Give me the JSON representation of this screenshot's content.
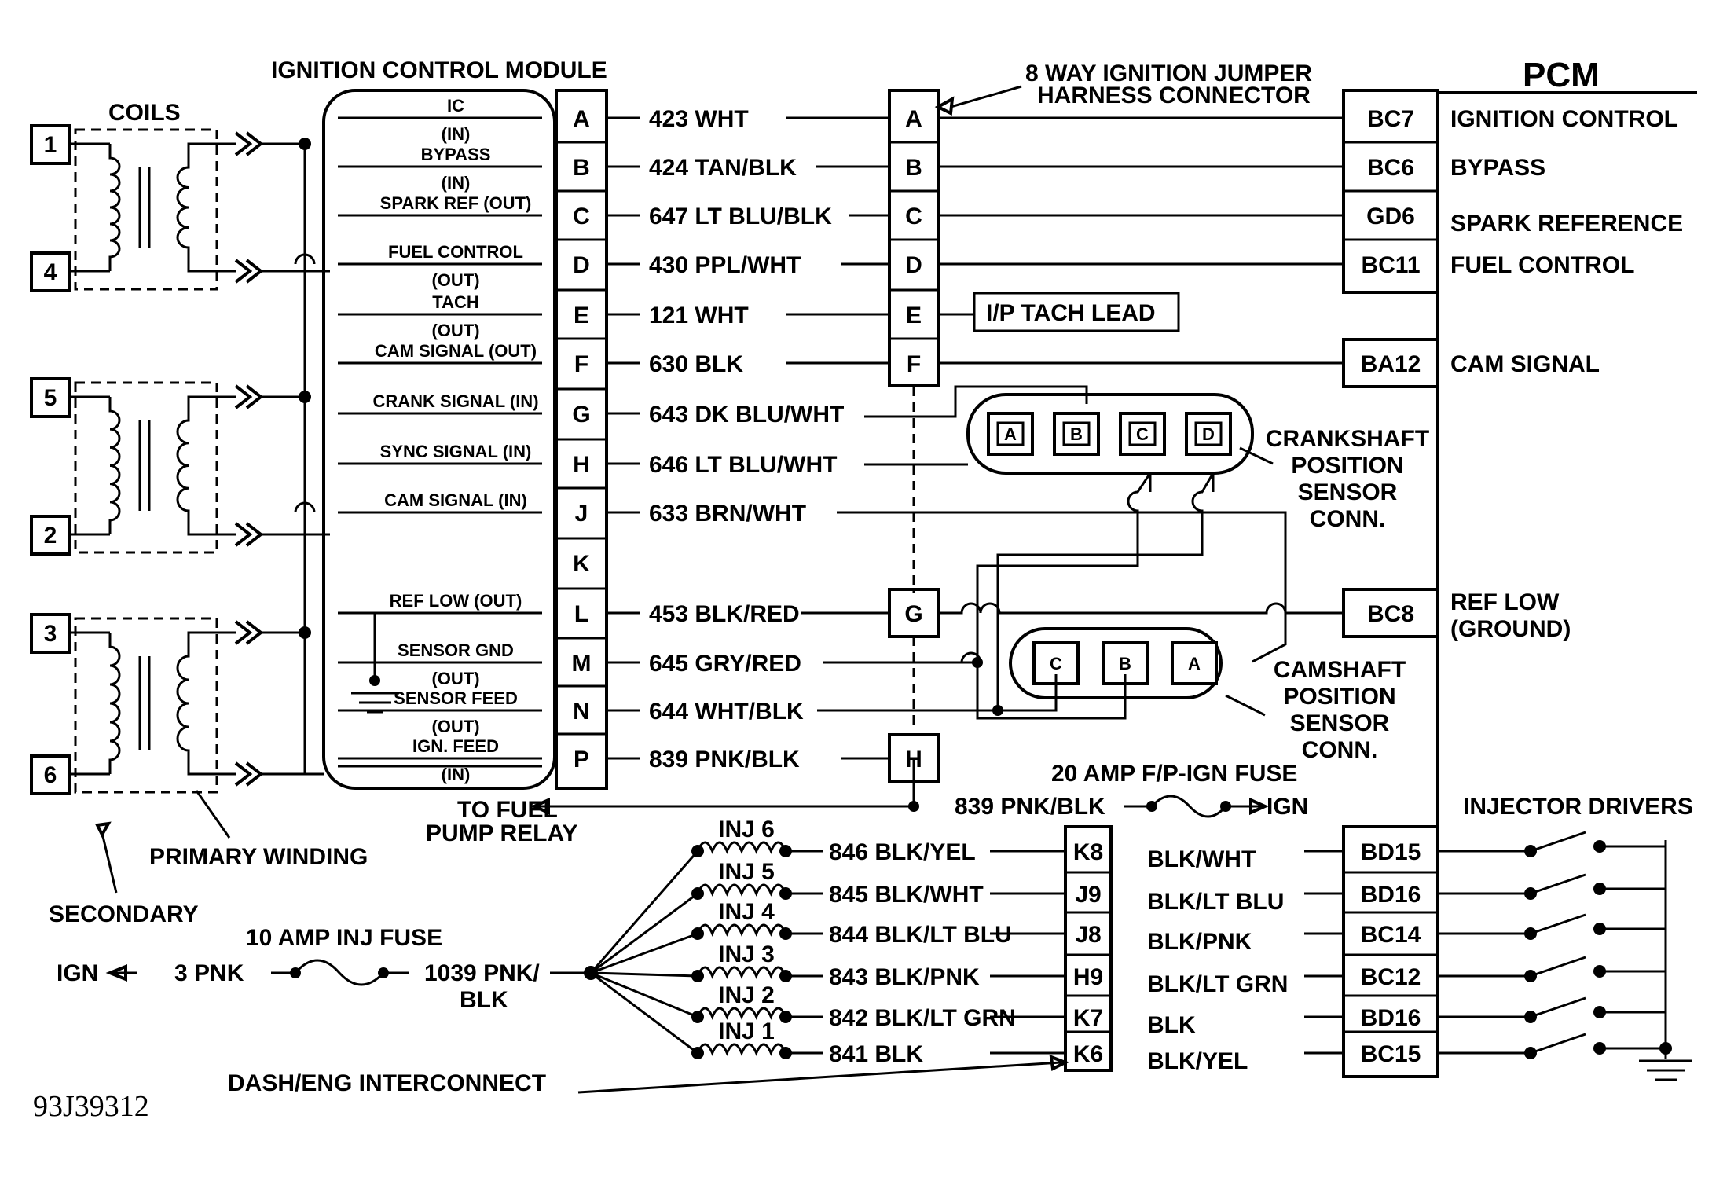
{
  "icm": {
    "title": "IGNITION CONTROL MODULE",
    "pins": [
      {
        "pin": "A",
        "func": [
          "IC",
          "(IN)"
        ],
        "wire": "423 WHT"
      },
      {
        "pin": "B",
        "func": [
          "BYPASS",
          "(IN)"
        ],
        "wire": "424 TAN/BLK"
      },
      {
        "pin": "C",
        "func": [
          "SPARK REF (OUT)"
        ],
        "wire": "647 LT BLU/BLK"
      },
      {
        "pin": "D",
        "func": [
          "FUEL CONTROL",
          "(OUT)"
        ],
        "wire": "430 PPL/WHT"
      },
      {
        "pin": "E",
        "func": [
          "TACH",
          "(OUT)"
        ],
        "wire": "121 WHT"
      },
      {
        "pin": "F",
        "func": [
          "CAM SIGNAL (OUT)"
        ],
        "wire": "630 BLK"
      },
      {
        "pin": "G",
        "func": [
          "CRANK SIGNAL (IN)"
        ],
        "wire": "643 DK BLU/WHT"
      },
      {
        "pin": "H",
        "func": [
          "SYNC SIGNAL (IN)"
        ],
        "wire": "646 LT BLU/WHT"
      },
      {
        "pin": "J",
        "func": [
          "CAM SIGNAL (IN)"
        ],
        "wire": "633 BRN/WHT"
      },
      {
        "pin": "K",
        "func": [],
        "wire": ""
      },
      {
        "pin": "L",
        "func": [
          "REF LOW (OUT)"
        ],
        "wire": "453 BLK/RED"
      },
      {
        "pin": "M",
        "func": [
          "SENSOR GND",
          "(OUT)"
        ],
        "wire": "645 GRY/RED"
      },
      {
        "pin": "N",
        "func": [
          "SENSOR FEED",
          "(OUT)"
        ],
        "wire": "644 WHT/BLK"
      },
      {
        "pin": "P",
        "func": [
          "IGN. FEED",
          "(IN)"
        ],
        "wire": "839 PNK/BLK"
      }
    ]
  },
  "coils": {
    "title": "COILS",
    "terminals": [
      "1",
      "4",
      "5",
      "2",
      "3",
      "6"
    ],
    "primary_label": "PRIMARY WINDING",
    "secondary_label": "SECONDARY"
  },
  "jumper": {
    "title_line1": "8 WAY IGNITION JUMPER",
    "title_line2": "HARNESS CONNECTOR",
    "pins": [
      "A",
      "B",
      "C",
      "D",
      "E",
      "F",
      "G",
      "H"
    ],
    "tach_lead": "I/P TACH LEAD"
  },
  "pcm": {
    "title": "PCM",
    "pins": [
      {
        "pin": "BC7",
        "label": "IGNITION CONTROL"
      },
      {
        "pin": "BC6",
        "label": "BYPASS"
      },
      {
        "pin": "GD6",
        "label": "SPARK REFERENCE"
      },
      {
        "pin": "BC11",
        "label": "FUEL CONTROL"
      },
      {
        "pin": "BA12",
        "label": "CAM SIGNAL"
      },
      {
        "pin": "BC8",
        "label_line1": "REF LOW",
        "label_line2": "(GROUND)"
      }
    ],
    "injector_drivers_title": "INJECTOR DRIVERS",
    "injector_pins": [
      "BD15",
      "BD16",
      "BC14",
      "BC12",
      "BD16",
      "BC15"
    ]
  },
  "crank_sensor": {
    "pins": [
      "A",
      "B",
      "C",
      "D"
    ],
    "label": [
      "CRANKSHAFT",
      "POSITION",
      "SENSOR",
      "CONN."
    ]
  },
  "cam_sensor": {
    "pins": [
      "C",
      "B",
      "A"
    ],
    "label": [
      "CAMSHAFT",
      "POSITION",
      "SENSOR",
      "CONN."
    ]
  },
  "fuel_pump": {
    "wire": "839 PNK/BLK",
    "fuse": "20 AMP F/P-IGN FUSE",
    "ign": "IGN",
    "relay_line1": "TO FUEL",
    "relay_line2": "PUMP RELAY"
  },
  "injectors": {
    "names": [
      "INJ 6",
      "INJ 5",
      "INJ 4",
      "INJ 3",
      "INJ 2",
      "INJ 1"
    ],
    "wires": [
      "846 BLK/YEL",
      "845 BLK/WHT",
      "844 BLK/LT BLU",
      "843 BLK/PNK",
      "842 BLK/LT GRN",
      "841 BLK"
    ],
    "interconnect_pins": [
      "K8",
      "J9",
      "J8",
      "H9",
      "K7",
      "K6"
    ],
    "pcm_wires": [
      "BLK/WHT",
      "BLK/LT BLU",
      "BLK/PNK",
      "BLK/LT GRN",
      "BLK",
      "BLK/YEL"
    ],
    "fuse": "10 AMP INJ FUSE",
    "ign": "IGN",
    "feed_wire": "3 PNK",
    "supply_line1": "1039 PNK/",
    "supply_line2": "BLK",
    "interconnect_label": "DASH/ENG INTERCONNECT"
  },
  "figure_id": "93J39312"
}
